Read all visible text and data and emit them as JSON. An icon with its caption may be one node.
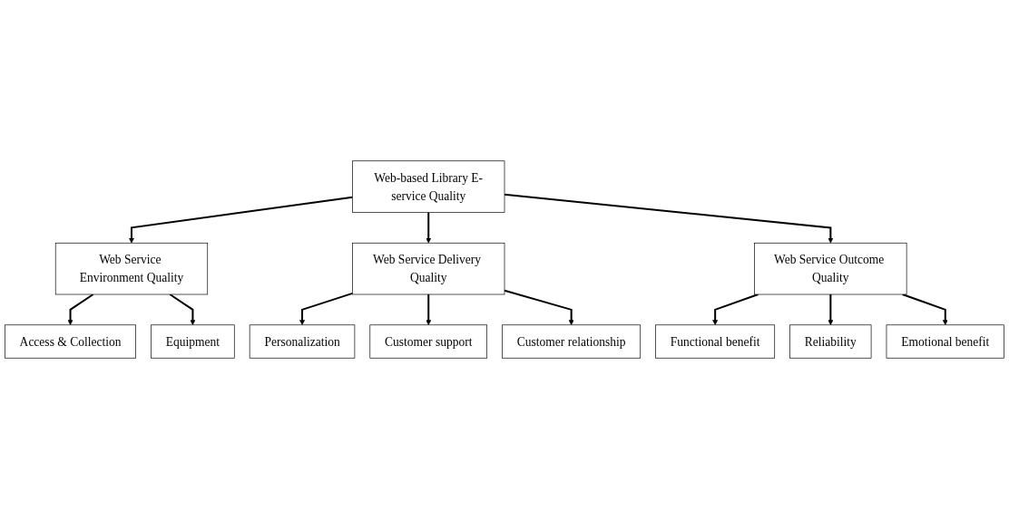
{
  "diagram": {
    "nodes": [
      {
        "text": [
          "Web-based Library E-service Quality"
        ]
      },
      {
        "text": [
          "Web Service Environment Quality"
        ]
      },
      {
        "text": [
          "Web Service Delivery Quality"
        ]
      },
      {
        "text": [
          "Web Service Outcome Quality"
        ]
      },
      {
        "text": [
          "Access & Collection"
        ]
      },
      {
        "text": [
          "Equipment"
        ]
      },
      {
        "text": [
          "Customer support"
        ]
      },
      {
        "text": [
          "Reliability"
        ]
      },
      {
        "text": [
          "Personalization"
        ]
      },
      {
        "text": [
          "Customer relationship"
        ]
      },
      {
        "text": [
          "Functional benefit"
        ]
      },
      {
        "text": [
          "Emotional benefit"
        ]
      }
    ],
    "edges": [
      {
        "from": 0,
        "to": 1,
        "arrow": "to"
      },
      {
        "from": 0,
        "to": 2,
        "arrow": "to"
      },
      {
        "from": 0,
        "to": 3,
        "arrow": "to"
      },
      {
        "from": 1,
        "to": 4,
        "arrow": "to"
      },
      {
        "from": 1,
        "to": 5,
        "arrow": "to"
      },
      {
        "from": 2,
        "to": 8,
        "arrow": "to"
      },
      {
        "from": 2,
        "to": 6,
        "arrow": "to"
      },
      {
        "from": 2,
        "to": 9,
        "arrow": "to"
      },
      {
        "from": 3,
        "to": 10,
        "arrow": "to"
      },
      {
        "from": 3,
        "to": 7,
        "arrow": "to"
      },
      {
        "from": 3,
        "to": 11,
        "arrow": "to"
      }
    ]
  }
}
